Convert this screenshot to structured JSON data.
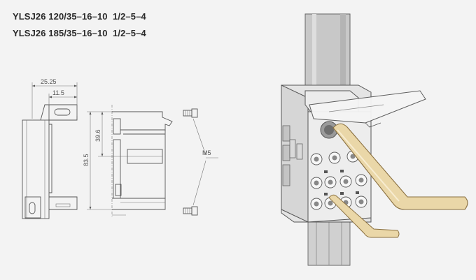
{
  "models": [
    "YLSJ26 120/35–16–10  1/2–5–4",
    "YLSJ26 185/35–16–10  1/2–5–4"
  ],
  "dimensions": {
    "width_total": "25.25",
    "width_partial": "11.5",
    "height_total": "83.5",
    "height_partial": "39.6",
    "screw_label": "M5"
  },
  "colors": {
    "background": "#f3f3f3",
    "line": "#555555",
    "cable": "#c9c9c9",
    "block": "#e6e6e6",
    "wrench": "#ead7a8",
    "wrench_edge": "#8a7040"
  }
}
